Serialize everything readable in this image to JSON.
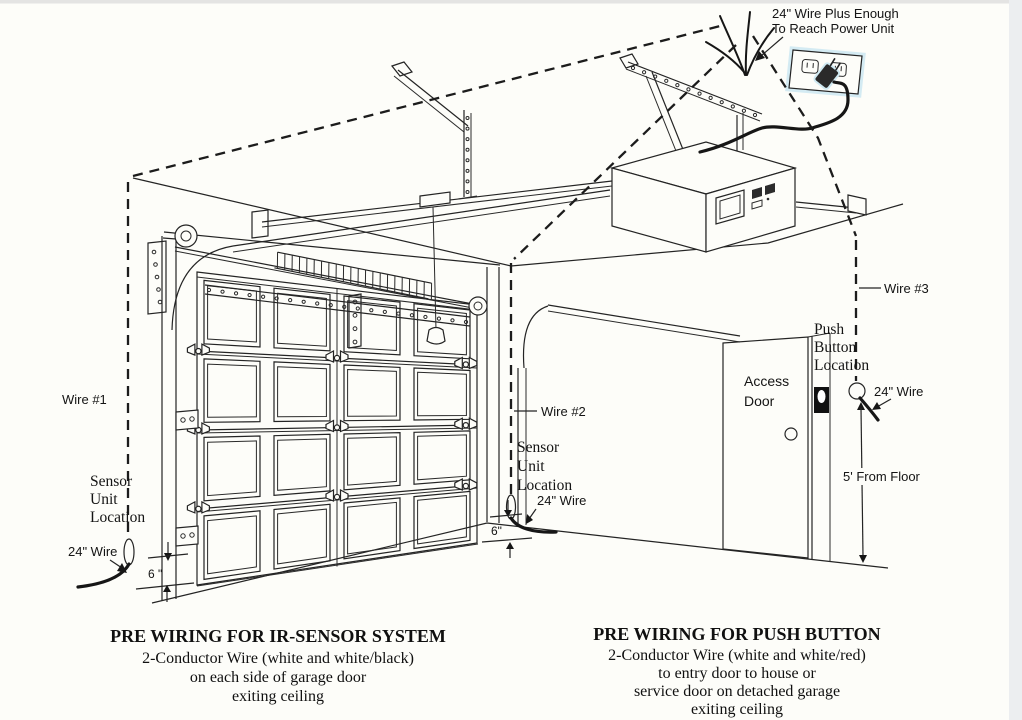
{
  "meta": {
    "background": "#fdfdf9",
    "ink": "#1c1c1c",
    "outlet_glow": "#cfe9f2"
  },
  "labels": {
    "power_unit": {
      "line1": "24\" Wire Plus Enough",
      "line2": "To Reach Power Unit"
    },
    "wire1": "Wire #1",
    "wire2": "Wire #2",
    "wire3": "Wire #3",
    "sensor_unit_left": {
      "line1": "Sensor",
      "line2": "Unit",
      "line3": "Location"
    },
    "sensor_unit_center": {
      "line1": "Sensor",
      "line2": "Unit",
      "line3": "Location"
    },
    "push_button": {
      "line1": "Push",
      "line2": "Button",
      "line3": "Location"
    },
    "access_door": {
      "line1": "Access",
      "line2": "Door"
    },
    "wire_24_left": "24\" Wire",
    "wire_24_center": "24\" Wire",
    "wire_24_right": "24\" Wire",
    "five_from_floor": "5' From Floor",
    "dim_6_left": "6 \"",
    "dim_6_center": "6\""
  },
  "captions": {
    "ir_sensor": {
      "title": "PRE WIRING FOR IR-SENSOR SYSTEM",
      "line2": "2-Conductor Wire (white and white/black)",
      "line3": "on each side of garage door",
      "line4": "exiting ceiling"
    },
    "push_button": {
      "title": "PRE WIRING FOR PUSH BUTTON",
      "line2": "2-Conductor Wire (white and white/red)",
      "line3": "to entry door to house or",
      "line4": "service door on detached garage",
      "line5": "exiting ceiling"
    }
  }
}
